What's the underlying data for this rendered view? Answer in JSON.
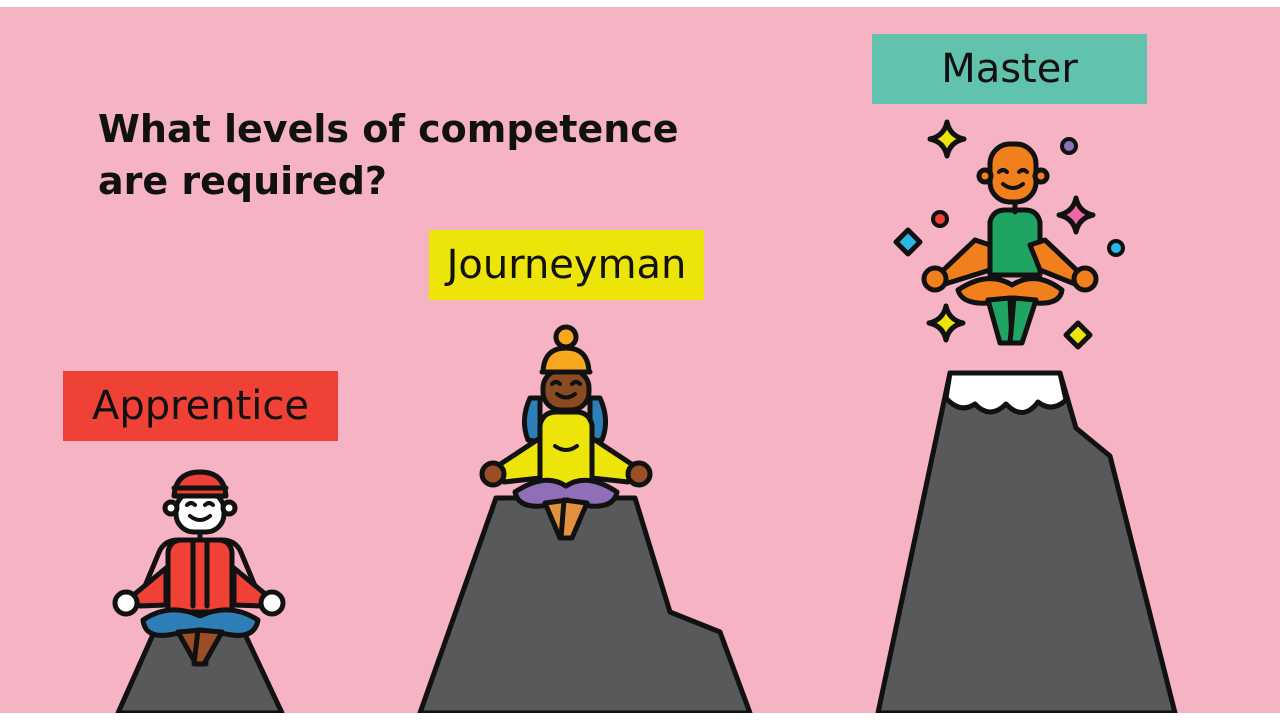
{
  "heading": {
    "line1": "What levels of competence",
    "line2": "are required?"
  },
  "levels": [
    {
      "label": "Apprentice",
      "color": "#ef4136"
    },
    {
      "label": "Journeyman",
      "color": "#ede40a"
    },
    {
      "label": "Master",
      "color": "#61c2ae"
    }
  ],
  "colors": {
    "background": "#f5b3c4",
    "mountain": "#58595b",
    "outline": "#111111"
  },
  "icons": [
    "mountain-icon",
    "meditating-person-icon",
    "sparkle-icon",
    "snow-cap-icon"
  ]
}
